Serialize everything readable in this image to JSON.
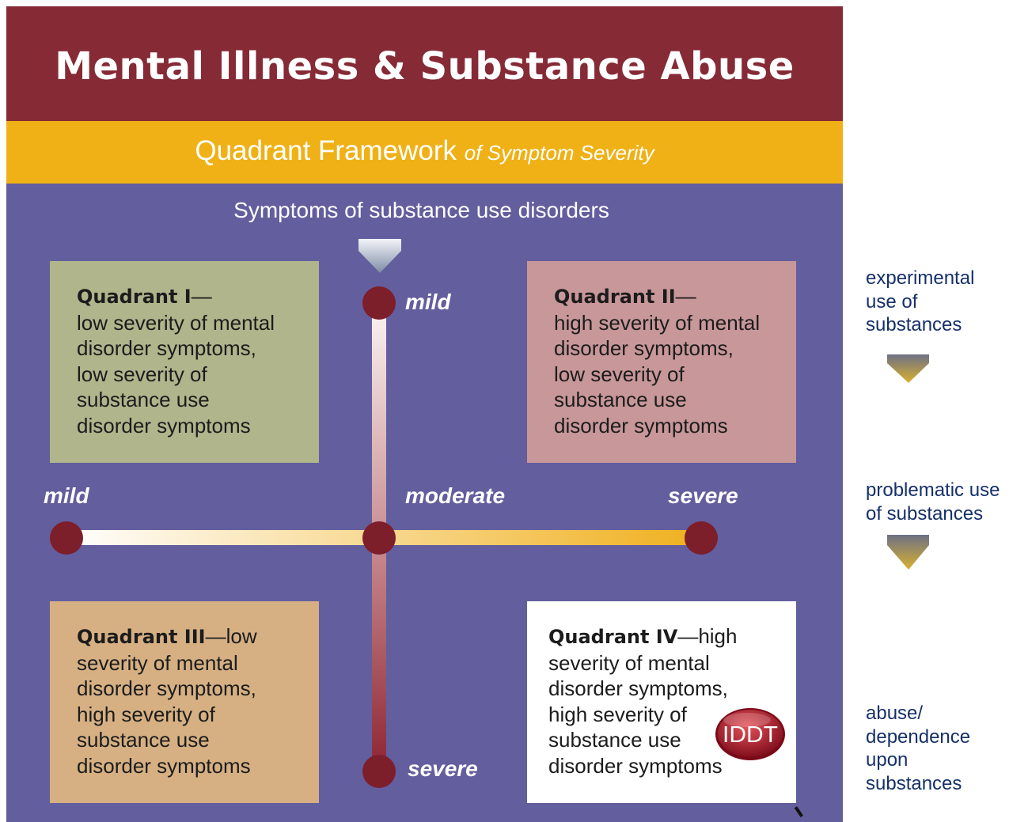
{
  "title": "Mental Illness & Substance Abuse",
  "subtitle": {
    "main": "Quadrant Framework",
    "italic": "of Symptom Severity"
  },
  "vertical_axis_title": "Symptoms of substance use disorders",
  "vertical_axis": {
    "top": "mild",
    "bottom": "severe"
  },
  "horizontal_axis": {
    "left": "mild",
    "center": "moderate",
    "right": "severe"
  },
  "quadrants": [
    {
      "heading": "Quadrant I",
      "dash": "—",
      "text": [
        "low severity of mental",
        "disorder symptoms,",
        "low severity of",
        "substance use",
        "disorder symptoms"
      ]
    },
    {
      "heading": "Quadrant II",
      "dash": "—",
      "text": [
        "high severity of mental",
        "disorder symptoms,",
        "low severity of",
        "substance use",
        "disorder symptoms"
      ]
    },
    {
      "heading": "Quadrant III",
      "dash": "—low",
      "text": [
        "severity of mental",
        "disorder symptoms,",
        "high severity of",
        "substance use",
        "disorder symptoms"
      ]
    },
    {
      "heading": "Quadrant IV",
      "dash": "—high",
      "text": [
        "severity of mental",
        "disorder symptoms,",
        "high severity of",
        "substance use",
        "disorder symptoms"
      ]
    }
  ],
  "badge": "IDDT",
  "side_stages": [
    [
      "experimental",
      "use of",
      "substances"
    ],
    [
      "problematic use",
      "of substances"
    ],
    [
      "abuse/",
      "dependence",
      "upon",
      "substances"
    ]
  ],
  "colors": {
    "title_band": "#862a36",
    "subtitle_band": "#efb116",
    "panel": "#635e9e",
    "marker": "#7d1e2b",
    "side_text": "#15306a"
  }
}
